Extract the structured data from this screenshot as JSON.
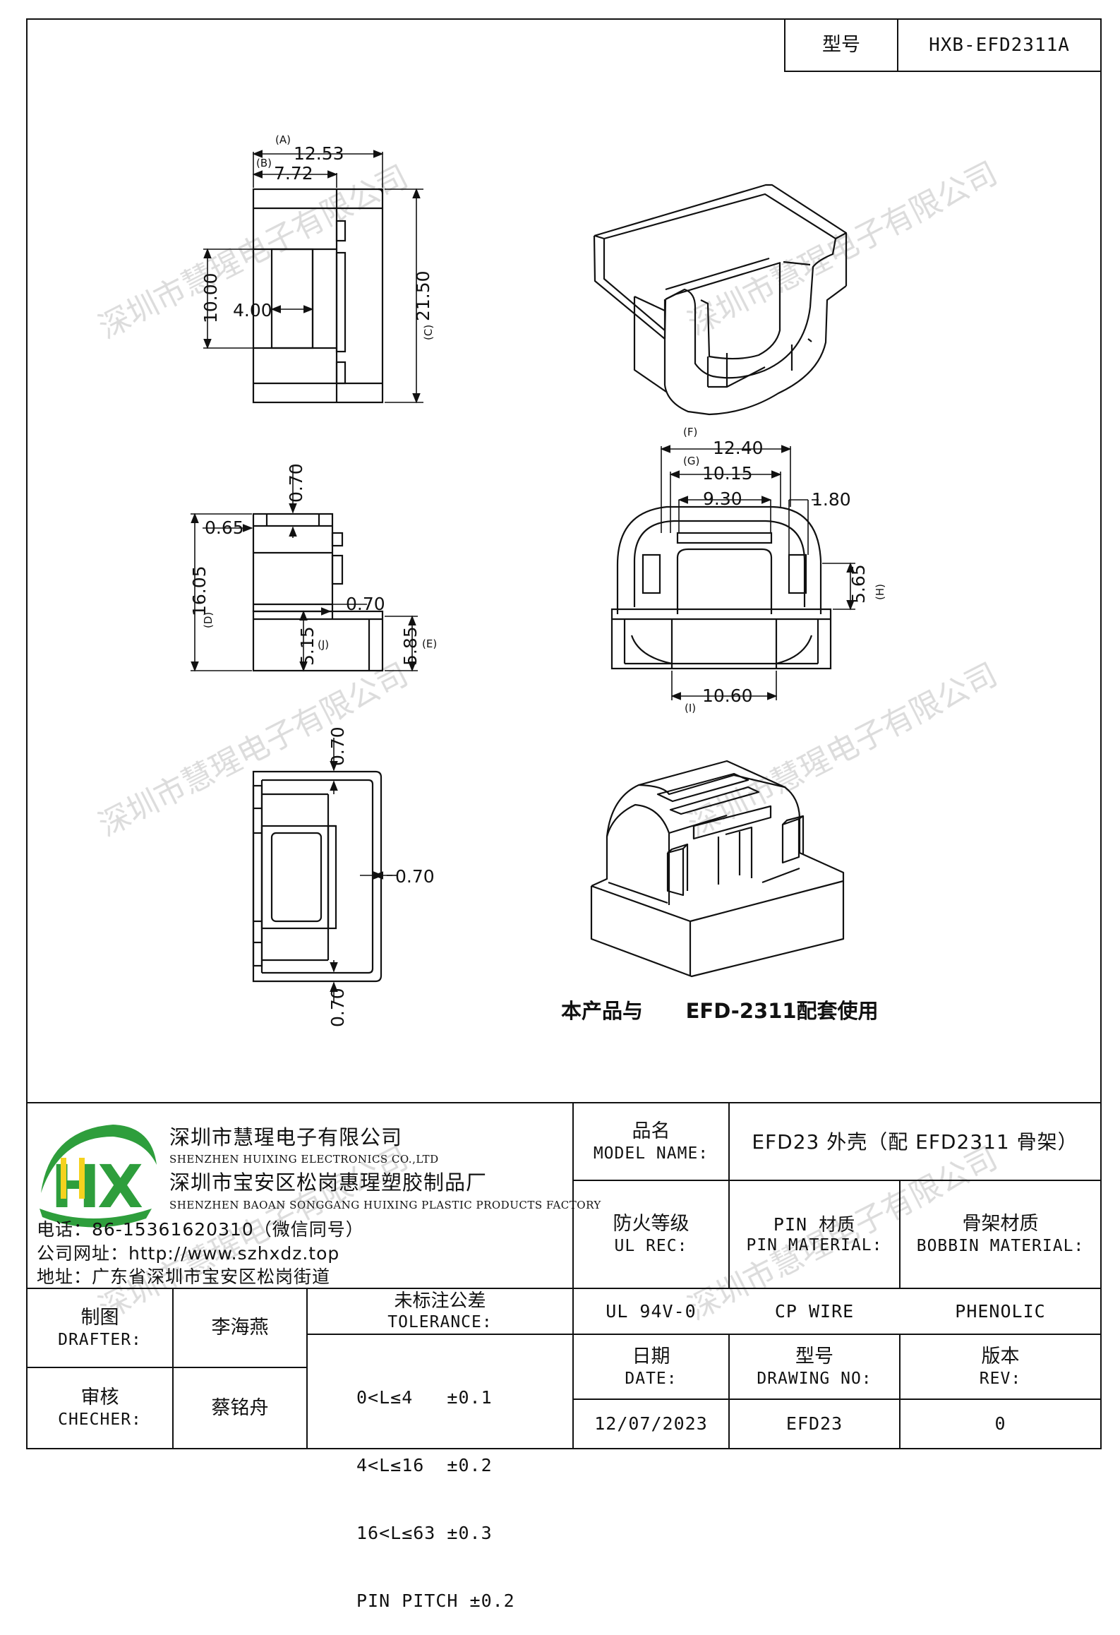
{
  "header": {
    "model_label": "型号",
    "model_value": "HXB-EFD2311A"
  },
  "dimensions": {
    "top_view": {
      "a": "12.53",
      "a_tag": "(A)",
      "b": "7.72",
      "b_tag": "(B)",
      "c": "21.50",
      "c_tag": "(C)",
      "window_height": "10.00",
      "window_width": "4.00"
    },
    "side_view": {
      "wall_top": "0.70",
      "lip": "0.65",
      "d": "16.05",
      "d_tag": "(D)",
      "wall_mid": "0.70",
      "j": "5.15",
      "j_tag": "(J)",
      "e": "5.85",
      "e_tag": "(E)"
    },
    "front_view": {
      "f": "12.40",
      "f_tag": "(F)",
      "g": "10.15",
      "g_tag": "(G)",
      "slot": "9.30",
      "tab": "1.80",
      "h": "5.65",
      "h_tag": "(H)",
      "i": "10.60",
      "i_tag": "(I)"
    },
    "bottom_view": {
      "top": "0.70",
      "right": "0.70",
      "bottom": "0.70"
    }
  },
  "note": "本产品与      EFD-2311配套使用",
  "watermark": "深圳市慧瑆电子有限公司",
  "company": {
    "logo_letters": "HX",
    "name1": "深圳市慧瑆电子有限公司",
    "name1_en": "SHENZHEN HUIXING ELECTRONICS CO.,LTD",
    "name2": "深圳市宝安区松岗惠瑆塑胶制品厂",
    "name2_en": "SHENZHEN BAOAN SONGGANG HUIXING PLASTIC PRODUCTS FACTORY",
    "phone": "电话：86-15361620310（微信同号）",
    "website": "公司网址：http://www.szhxdz.top",
    "address": "地址：广东省深圳市宝安区松岗街道"
  },
  "title_block": {
    "model_name_zh": "品名",
    "model_name_en": "MODEL NAME:",
    "model_name_value": "EFD23 外壳（配 EFD2311 骨架）",
    "fire_zh": "防火等级",
    "fire_en": "UL REC:",
    "fire_value": "UL 94V-0",
    "pin_zh": "PIN 材质",
    "pin_en": "PIN MATERIAL:",
    "pin_value": "CP WIRE",
    "bobbin_zh": "骨架材质",
    "bobbin_en": "BOBBIN MATERIAL:",
    "bobbin_value": "PHENOLIC",
    "drafter_zh": "制图",
    "drafter_en": "DRAFTER:",
    "drafter_value": "李海燕",
    "checker_zh": "审核",
    "checker_en": "CHECHER:",
    "checker_value": "蔡铭舟",
    "tol_zh": "未标注公差",
    "tol_en": "TOLERANCE:",
    "tol_lines": [
      "0<L≤4   ±0.1",
      "4<L≤16  ±0.2",
      "16<L≤63 ±0.3",
      "PIN PITCH ±0.2"
    ],
    "date_zh": "日期",
    "date_en": "DATE:",
    "date_value": "12/07/2023",
    "drawing_zh": "型号",
    "drawing_en": "DRAWING NO:",
    "drawing_value": "EFD23",
    "rev_zh": "版本",
    "rev_en": "REV:",
    "rev_value": "0"
  }
}
